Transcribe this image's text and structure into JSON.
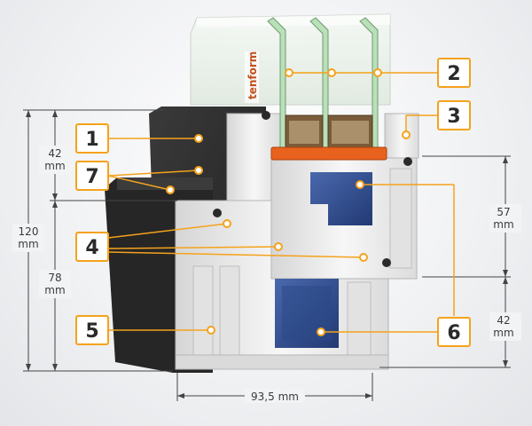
{
  "brand": "tenform",
  "dimensions": {
    "total_height": [
      "120",
      "mm"
    ],
    "upper_left": [
      "42",
      "mm"
    ],
    "lower_left": [
      "78",
      "mm"
    ],
    "upper_right": [
      "57",
      "mm"
    ],
    "lower_right": [
      "42",
      "mm"
    ],
    "width": "93,5 mm"
  },
  "callouts": [
    "1",
    "2",
    "3",
    "4",
    "5",
    "6",
    "7"
  ],
  "colors": {
    "accent": "#f5a21c",
    "seal": "#e8621e",
    "steel": "#2f4a8a",
    "frame_dark": "#2b2b2b",
    "pvc": "#ececec",
    "glass": "#cfe6cf"
  }
}
